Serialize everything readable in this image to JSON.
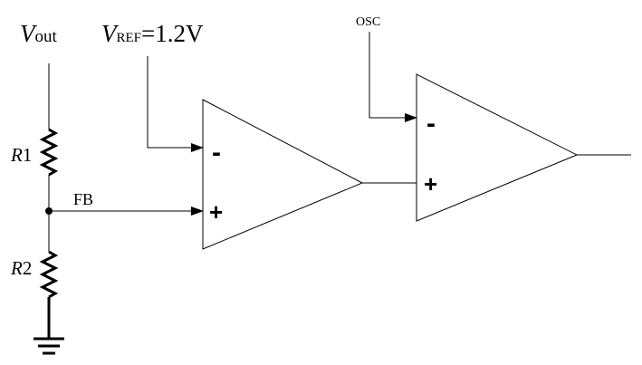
{
  "labels": {
    "vout_main": "V",
    "vout_sub": "out",
    "vref_main": "V",
    "vref_sub": "REF",
    "vref_value": "=1.2V",
    "osc": "OSC",
    "fb": "FB",
    "r1_letter": "R",
    "r1_num": "1",
    "r2_letter": "R",
    "r2_num": "2"
  },
  "op_amp_1": {
    "minus_sign": "-",
    "plus_sign": "+"
  },
  "op_amp_2": {
    "minus_sign": "-",
    "plus_sign": "+"
  },
  "colors": {
    "stroke": "#000000",
    "background": "#ffffff"
  }
}
